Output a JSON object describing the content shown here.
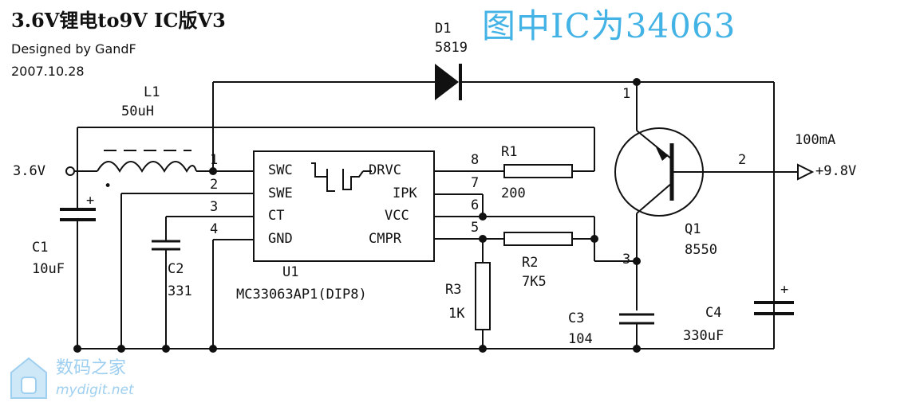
{
  "header": {
    "title": "3.6V锂电to9V IC版V3",
    "designer": "Designed by GandF",
    "date": "2007.10.28",
    "banner": "图中IC为34063"
  },
  "watermark": {
    "site_cn": "数码之家",
    "site_url": "mydigit.net",
    "icon": "house-logo-icon",
    "color": "#9ecff0"
  },
  "components": {
    "L1": {
      "ref": "L1",
      "value": "50uH"
    },
    "D1": {
      "ref": "D1",
      "value": "5819"
    },
    "C1": {
      "ref": "C1",
      "value": "10uF"
    },
    "C2": {
      "ref": "C2",
      "value": "331"
    },
    "U1": {
      "ref": "U1",
      "value": "MC33063AP1(DIP8)"
    },
    "R1": {
      "ref": "R1",
      "value": "200"
    },
    "R2": {
      "ref": "R2",
      "value": "7K5"
    },
    "R3": {
      "ref": "R3",
      "value": "1K"
    },
    "C3": {
      "ref": "C3",
      "value": "104"
    },
    "C4": {
      "ref": "C4",
      "value": "330uF"
    },
    "Q1": {
      "ref": "Q1",
      "value": "8550"
    }
  },
  "ic_pins": {
    "left": [
      {
        "num": "1",
        "name": "SWC"
      },
      {
        "num": "2",
        "name": "SWE"
      },
      {
        "num": "3",
        "name": "CT"
      },
      {
        "num": "4",
        "name": "GND"
      }
    ],
    "right": [
      {
        "num": "8",
        "name": "DRVC"
      },
      {
        "num": "7",
        "name": "IPK"
      },
      {
        "num": "6",
        "name": "VCC"
      },
      {
        "num": "5",
        "name": "CMPR"
      }
    ]
  },
  "q1_pins": {
    "p1": "1",
    "p2": "2",
    "p3": "3"
  },
  "nets": {
    "input": "3.6V",
    "output": "+9.8V",
    "current": "100mA"
  },
  "colors": {
    "line": "#111111",
    "banner": "#43b3e6",
    "background": "#ffffff"
  }
}
